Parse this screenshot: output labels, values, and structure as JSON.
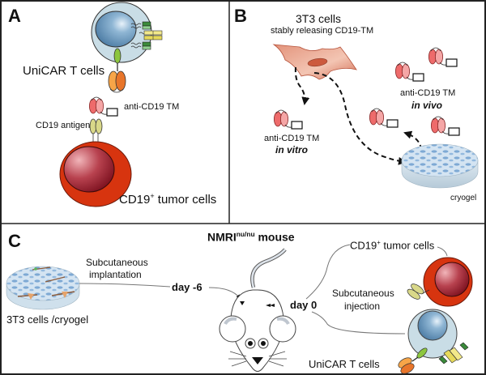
{
  "panels": {
    "a": {
      "letter": "A",
      "unicar_label": "UniCAR T cells",
      "tm_label": "anti-CD19 TM",
      "antigen_label": "CD19 antigen",
      "tumor_label_prefix": "CD19",
      "tumor_label_sup": "+",
      "tumor_label_suffix": " tumor cells"
    },
    "b": {
      "letter": "B",
      "title": "3T3 cells",
      "subtitle": "stably releasing CD19-TM",
      "invitro_label": "anti-CD19 TM",
      "invitro_em": "in vitro",
      "invivo_label": "anti-CD19 TM",
      "invivo_em": "in vivo",
      "cryogel_label": "cryogel"
    },
    "c": {
      "letter": "C",
      "mouse_prefix": "NMRI",
      "mouse_sup": "nu/nu",
      "mouse_suffix": " mouse",
      "implant_line1": "Subcutaneous",
      "implant_line2": "implantation",
      "day_minus6": "day -6",
      "day0": "day 0",
      "cryogel_label": "3T3 cells /cryogel",
      "tumor_label_prefix": "CD19",
      "tumor_label_sup": "+",
      "tumor_label_suffix": " tumor cells",
      "injection_line1": "Subcutaneous",
      "injection_line2": "injection",
      "unicar_label": "UniCAR T cells"
    }
  },
  "colors": {
    "tcell_body": "#c9dde6",
    "tcell_nucleus": "#6f9cbf",
    "tumor_outer": "#d7340f",
    "tumor_inner": "#a3273a",
    "fibroblast": "#d8826a",
    "antibody": "#ef6f6f",
    "cryogel": "#a9c8e6"
  }
}
